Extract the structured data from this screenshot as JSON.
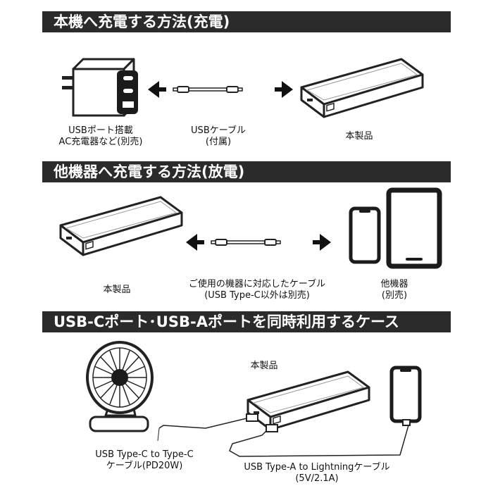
{
  "sections": [
    {
      "title": "本機へ充電する方法(充電)"
    },
    {
      "title": "他機器へ充電する方法(放電)"
    },
    {
      "title": "USB-Cポート･USB-Aポートを同時利用するケース"
    }
  ],
  "charge": {
    "adapter_label": [
      "USBポート搭載",
      "AC充電器など(別売)"
    ],
    "cable_label": [
      "USBケーブル",
      "(付属)"
    ],
    "device_label": "本製品"
  },
  "discharge": {
    "device_label": "本製品",
    "cable_label": [
      "ご使用の機器に対応したケーブル",
      "(USB Type-C以外は別売)"
    ],
    "other_label": [
      "他機器",
      "(別売)"
    ]
  },
  "dual": {
    "device_label": "本製品",
    "cable_c_label": [
      "USB Type-C to Type-C",
      "ケーブル(PD20W)"
    ],
    "cable_a_label": [
      "USB Type-A to Lightningケーブル",
      "(5V/2.1A)"
    ]
  },
  "icons": [
    "ac-adapter-icon",
    "usb-cable-icon",
    "power-bank-icon",
    "arrow-left-icon",
    "arrow-right-icon",
    "smartphone-icon",
    "tablet-icon",
    "desk-fan-icon"
  ]
}
